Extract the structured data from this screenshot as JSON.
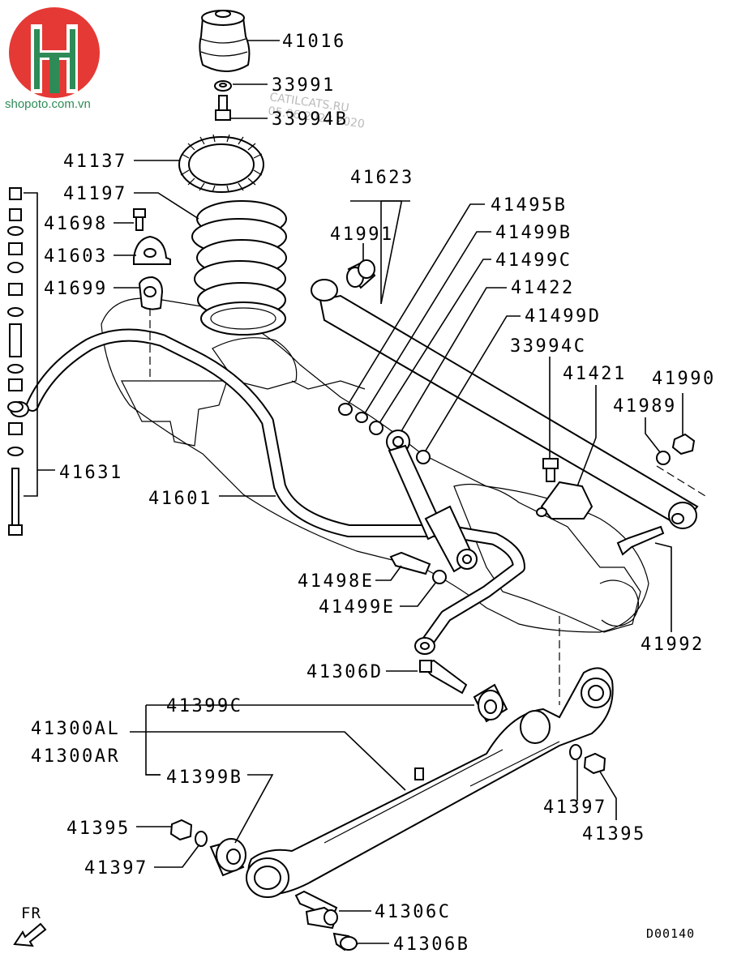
{
  "logo": {
    "site": "shopoto.com.vn",
    "red": "#e53935",
    "green": "#2e8b57"
  },
  "watermark": [
    "CATILCATS.RU",
    "05.06.2022 2020"
  ],
  "labels": {
    "l41016": "41016",
    "l33991": "33991",
    "l33994B": "33994B",
    "l41137": "41137",
    "l41197": "41197",
    "l41698": "41698",
    "l41603": "41603",
    "l41699": "41699",
    "l41631": "41631",
    "l41601": "41601",
    "l41623": "41623",
    "l41991": "41991",
    "l41495B": "41495B",
    "l41499B": "41499B",
    "l41499C": "41499C",
    "l41422": "41422",
    "l41499D": "41499D",
    "l33994C": "33994C",
    "l41421": "41421",
    "l41990": "41990",
    "l41989": "41989",
    "l41992": "41992",
    "l41498E": "41498E",
    "l41499E": "41499E",
    "l41306D": "41306D",
    "l41399C": "41399C",
    "l41300AL": "41300AL",
    "l41300AR": "41300AR",
    "l41399B": "41399B",
    "l41395a": "41395",
    "l41397a": "41397",
    "l41397b": "41397",
    "l41395b": "41395",
    "l41306C": "41306C",
    "l41306B": "41306B"
  },
  "fr_label": "FR",
  "diagram_code": "D00140"
}
